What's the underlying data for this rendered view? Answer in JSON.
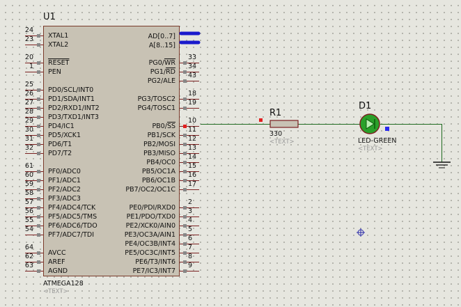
{
  "window": {
    "title": "Proteus ISIS schematic"
  },
  "chip": {
    "ref": "U1",
    "part": "ATMEGA128",
    "text": "<TEXT>",
    "left_pins": [
      {
        "num": "24",
        "label": "XTAL1"
      },
      {
        "num": "23",
        "label": "XTAL2"
      },
      {
        "num": "20",
        "label": "RESET"
      },
      {
        "num": "1",
        "label": "PEN"
      },
      {
        "num": "25",
        "label": "PD0/SCL/INT0"
      },
      {
        "num": "26",
        "label": "PD1/SDA/INT1"
      },
      {
        "num": "27",
        "label": "PD2/RXD1/INT2"
      },
      {
        "num": "28",
        "label": "PD3/TXD1/INT3"
      },
      {
        "num": "29",
        "label": "PD4/IC1"
      },
      {
        "num": "30",
        "label": "PD5/XCK1"
      },
      {
        "num": "31",
        "label": "PD6/T1"
      },
      {
        "num": "32",
        "label": "PD7/T2"
      },
      {
        "num": "61",
        "label": "PF0/ADC0"
      },
      {
        "num": "60",
        "label": "PF1/ADC1"
      },
      {
        "num": "59",
        "label": "PF2/ADC2"
      },
      {
        "num": "58",
        "label": "PF3/ADC3"
      },
      {
        "num": "57",
        "label": "PF4/ADC4/TCK"
      },
      {
        "num": "56",
        "label": "PF5/ADC5/TMS"
      },
      {
        "num": "55",
        "label": "PF6/ADC6/TDO"
      },
      {
        "num": "54",
        "label": "PF7/ADC7/TDI"
      },
      {
        "num": "64",
        "label": "AVCC"
      },
      {
        "num": "62",
        "label": "AREF"
      },
      {
        "num": "63",
        "label": "AGND"
      }
    ],
    "right_pins": [
      {
        "num": "",
        "label": "AD[0..7]"
      },
      {
        "num": "",
        "label": "A[8..15]"
      },
      {
        "num": "33",
        "label": "PG0/WR"
      },
      {
        "num": "34",
        "label": "PG1/RD"
      },
      {
        "num": "43",
        "label": "PG2/ALE"
      },
      {
        "num": "18",
        "label": "PG3/TOSC2"
      },
      {
        "num": "19",
        "label": "PG4/TOSC1"
      },
      {
        "num": "10",
        "label": "PB0/SS"
      },
      {
        "num": "11",
        "label": "PB1/SCK"
      },
      {
        "num": "12",
        "label": "PB2/MOSI"
      },
      {
        "num": "13",
        "label": "PB3/MISO"
      },
      {
        "num": "14",
        "label": "PB4/OC0"
      },
      {
        "num": "15",
        "label": "PB5/OC1A"
      },
      {
        "num": "16",
        "label": "PB6/OC1B"
      },
      {
        "num": "17",
        "label": "PB7/OC2/OC1C"
      },
      {
        "num": "2",
        "label": "PE0/PDI/RXD0"
      },
      {
        "num": "3",
        "label": "PE1/PDO/TXD0"
      },
      {
        "num": "4",
        "label": "PE2/XCK0/AIN0"
      },
      {
        "num": "5",
        "label": "PE3/OC3A/AIN1"
      },
      {
        "num": "6",
        "label": "PE4/OC3B/INT4"
      },
      {
        "num": "7",
        "label": "PE5/OC3C/INT5"
      },
      {
        "num": "8",
        "label": "PE6/T3/INT6"
      },
      {
        "num": "9",
        "label": "PE7/IC3/INT7"
      }
    ]
  },
  "resistor": {
    "ref": "R1",
    "value": "330",
    "text": "<TEXT>"
  },
  "led": {
    "ref": "D1",
    "value": "LED-GREEN",
    "text": "<TEXT>"
  },
  "colors": {
    "wire": "#1e6a1e",
    "pin": "#7a2020",
    "chip_fill": "#c8c2b4",
    "led": "#2aa02a",
    "bus": "#1a1acc"
  }
}
